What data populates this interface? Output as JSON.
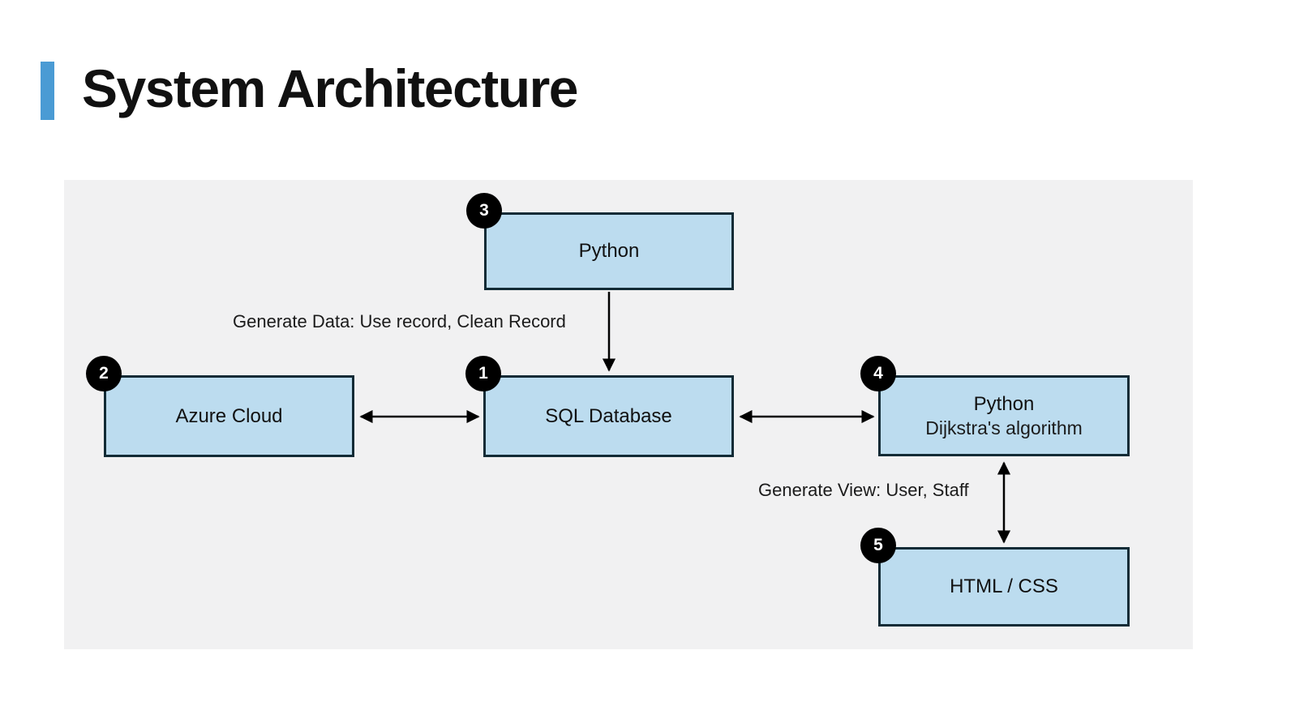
{
  "title": "System Architecture",
  "diagram": {
    "nodes": {
      "sql_database": {
        "badge": "1",
        "label": "SQL Database"
      },
      "azure_cloud": {
        "badge": "2",
        "label": "Azure Cloud"
      },
      "python_etl": {
        "badge": "3",
        "label": "Python"
      },
      "python_dijkstra": {
        "badge": "4",
        "label": "Python",
        "sublabel": "Dijkstra's algorithm"
      },
      "html_css": {
        "badge": "5",
        "label": "HTML / CSS"
      }
    },
    "annotations": {
      "generate_data": "Generate Data: Use record, Clean Record",
      "generate_view": "Generate View: User, Staff"
    },
    "edges": [
      {
        "from": "python_etl",
        "to": "sql_database",
        "direction": "one-way",
        "label": "Generate Data: Use record, Clean Record"
      },
      {
        "from": "azure_cloud",
        "to": "sql_database",
        "direction": "two-way"
      },
      {
        "from": "sql_database",
        "to": "python_dijkstra",
        "direction": "two-way"
      },
      {
        "from": "python_dijkstra",
        "to": "html_css",
        "direction": "two-way",
        "label": "Generate View: User, Staff"
      }
    ],
    "colors": {
      "accent_bar": "#4A9BD4",
      "panel_background": "#F1F1F2",
      "node_fill": "#BCDCEF",
      "node_border": "#122B36",
      "badge_background": "#000000",
      "badge_text": "#FFFFFF",
      "arrow": "#000000",
      "title_text": "#111111"
    }
  }
}
